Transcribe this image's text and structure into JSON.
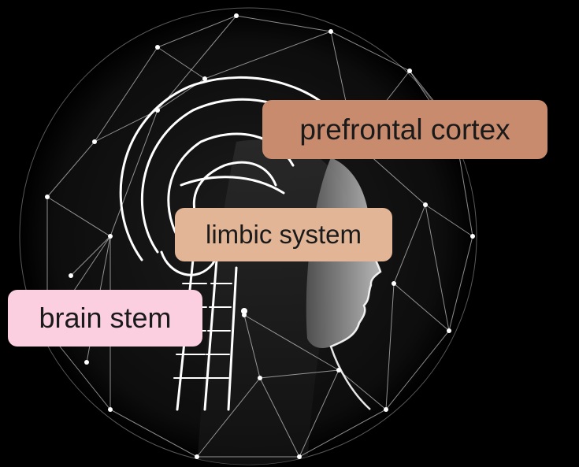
{
  "labels": {
    "prefrontal_cortex": {
      "text": "prefrontal cortex",
      "color": "#c98b6e"
    },
    "limbic_system": {
      "text": "limbic system",
      "color": "#e3b597"
    },
    "brain_stem": {
      "text": "brain stem",
      "color": "#fbcfe0"
    }
  },
  "background_color": "#000000",
  "line_color": "#ffffff"
}
